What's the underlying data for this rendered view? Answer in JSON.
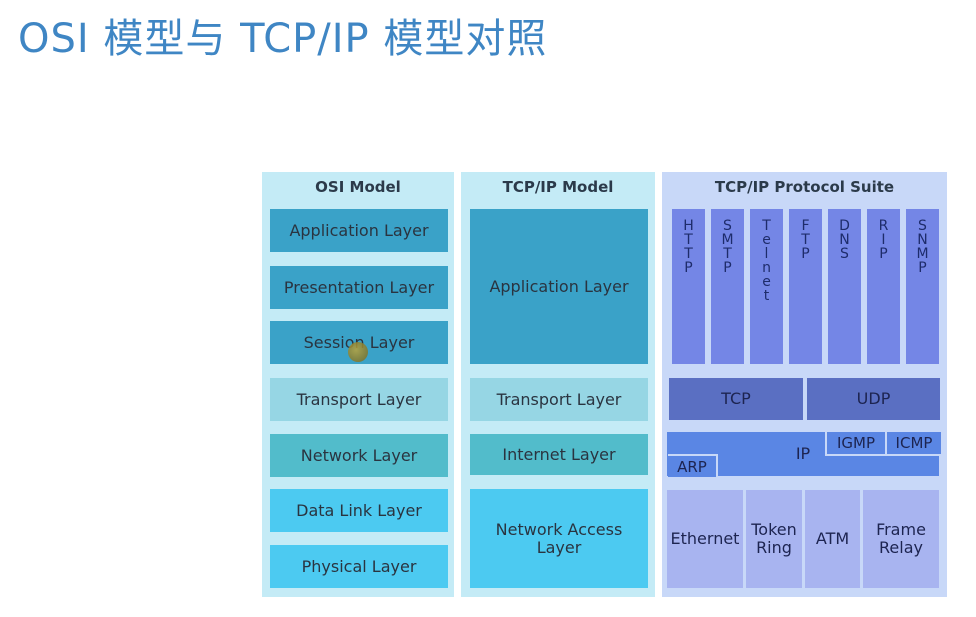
{
  "title": "OSI 模型与 TCP/IP 模型对照",
  "osi": {
    "heading": "OSI Model",
    "layers": [
      "Application Layer",
      "Presentation Layer",
      "Session Layer",
      "Transport Layer",
      "Network Layer",
      "Data Link Layer",
      "Physical Layer"
    ]
  },
  "tcpip_model": {
    "heading": "TCP/IP Model",
    "layers": [
      "Application Layer",
      "Transport Layer",
      "Internet Layer",
      "Network Access Layer"
    ]
  },
  "suite": {
    "heading": "TCP/IP Protocol Suite",
    "app_protocols": [
      "HTTP",
      "SMTP",
      "Telnet",
      "FTP",
      "DNS",
      "RIP",
      "SNMP"
    ],
    "transport": [
      "TCP",
      "UDP"
    ],
    "internet": {
      "ip": "IP",
      "arp": "ARP",
      "igmp": "IGMP",
      "icmp": "ICMP"
    },
    "access": [
      "Ethernet",
      "Token Ring",
      "ATM",
      "Frame Relay"
    ]
  },
  "colors": {
    "osi_panel_bg": "#c4ebf6",
    "tcp_panel_bg": "#c4ebf6",
    "suite_panel_bg": "#c8d8f8",
    "osi_upper": "#3aa2c8",
    "osi_transport": "#96d6e4",
    "osi_network": "#52bccb",
    "osi_lower": "#4ccaf1",
    "suite_app": "#7486e6",
    "suite_transport": "#5a6fc2",
    "suite_ip": "#5a86e4",
    "suite_access": "#a8b4f0"
  }
}
